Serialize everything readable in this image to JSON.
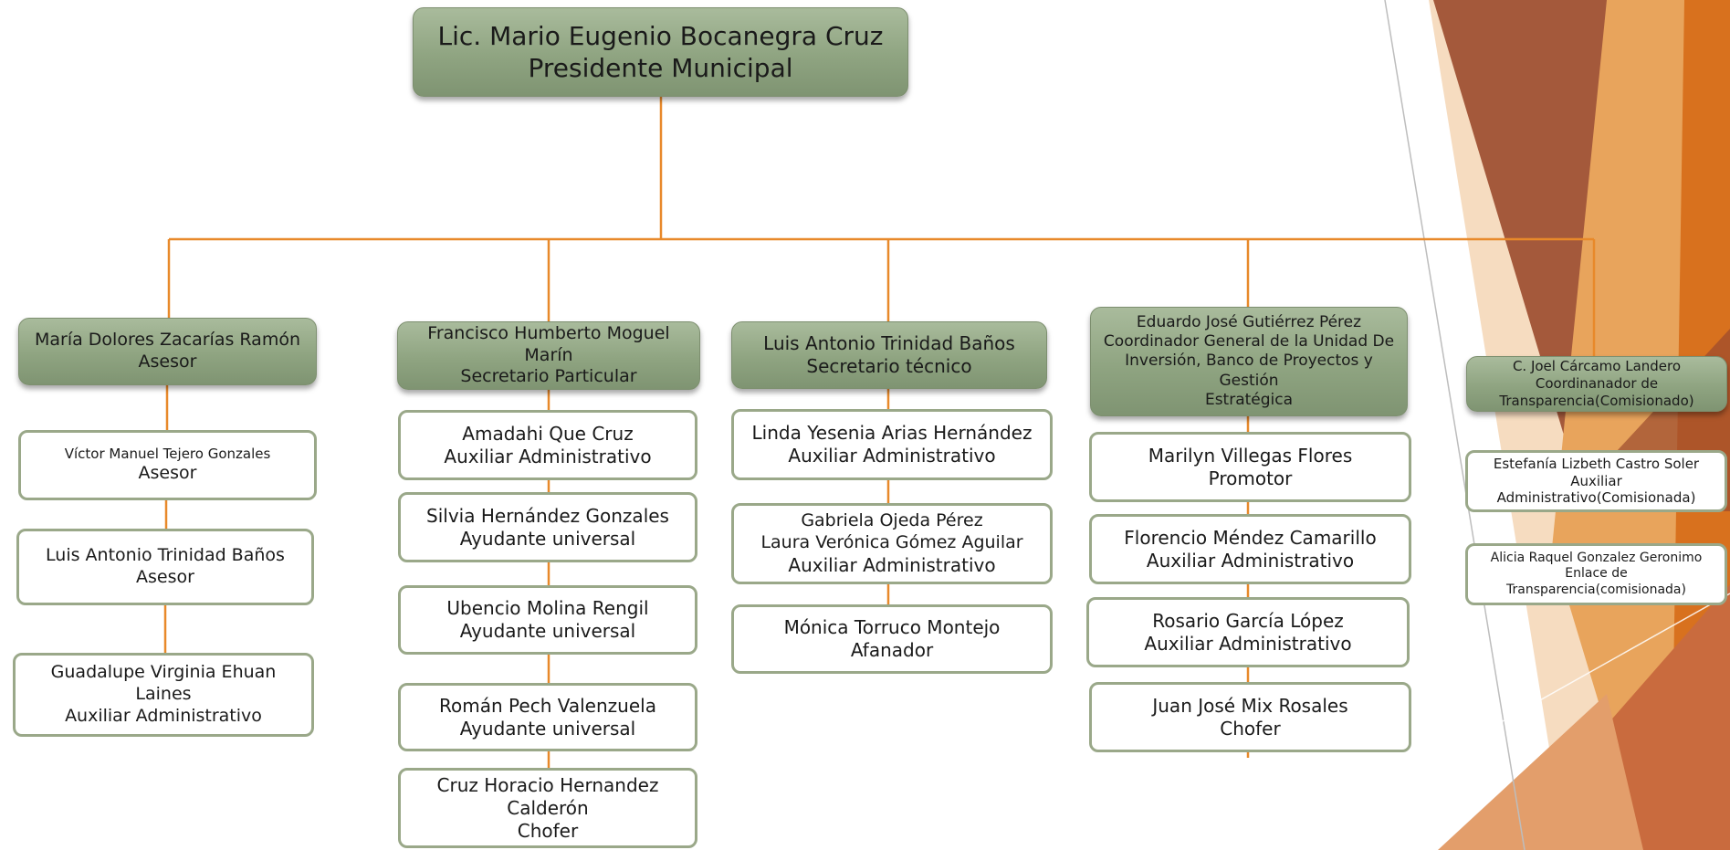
{
  "president": {
    "name": "Lic. Mario Eugenio Bocanegra Cruz",
    "title": "Presidente Municipal"
  },
  "columns": [
    {
      "head": {
        "lines": [
          "María Dolores Zacarías Ramón",
          "Asesor"
        ]
      },
      "members": [
        {
          "lines": [
            "Víctor Manuel Tejero Gonzales",
            "Asesor"
          ]
        },
        {
          "lines": [
            "Luis Antonio Trinidad Baños",
            "Asesor"
          ]
        },
        {
          "lines": [
            "Guadalupe Virginia Ehuan",
            "Laines",
            "Auxiliar Administrativo"
          ]
        }
      ]
    },
    {
      "head": {
        "lines": [
          "Francisco Humberto Moguel",
          "Marín",
          "Secretario Particular"
        ]
      },
      "members": [
        {
          "lines": [
            "Amadahi Que Cruz",
            "Auxiliar Administrativo"
          ]
        },
        {
          "lines": [
            "Silvia Hernández Gonzales",
            "Ayudante universal"
          ]
        },
        {
          "lines": [
            "Ubencio Molina Rengil",
            "Ayudante universal"
          ]
        },
        {
          "lines": [
            "Román  Pech Valenzuela",
            "Ayudante universal"
          ]
        },
        {
          "lines": [
            "Cruz Horacio Hernandez",
            "Calderón",
            "Chofer"
          ]
        }
      ]
    },
    {
      "head": {
        "lines": [
          "Luis Antonio Trinidad Baños",
          "Secretario técnico"
        ]
      },
      "members": [
        {
          "lines": [
            "Linda Yesenia Arias Hernández",
            "Auxiliar Administrativo"
          ]
        },
        {
          "lines": [
            "Gabriela Ojeda Pérez",
            "Laura Verónica Gómez Aguilar",
            "Auxiliar Administrativo"
          ]
        },
        {
          "lines": [
            "Mónica Torruco Montejo",
            "Afanador"
          ]
        }
      ]
    },
    {
      "head": {
        "lines": [
          "Eduardo José Gutiérrez Pérez",
          "Coordinador General de la Unidad De",
          "Inversión, Banco de Proyectos y Gestión",
          "Estratégica"
        ]
      },
      "members": [
        {
          "lines": [
            "Marilyn Villegas Flores",
            "Promotor"
          ]
        },
        {
          "lines": [
            "Florencio Méndez Camarillo",
            "Auxiliar Administrativo"
          ]
        },
        {
          "lines": [
            "Rosario García López",
            "Auxiliar Administrativo"
          ]
        },
        {
          "lines": [
            "Juan José Mix Rosales",
            "Chofer"
          ]
        }
      ]
    },
    {
      "head": {
        "lines": [
          "C. Joel Cárcamo Landero",
          "Coordinanador de",
          "Transparencia(Comisionado)"
        ]
      },
      "members": [
        {
          "lines": [
            "Estefanía Lizbeth Castro Soler",
            "Auxiliar",
            "Administrativo(Comisionada)"
          ]
        },
        {
          "lines": [
            "Alicia  Raquel Gonzalez Geronimo",
            "Enlace de Transparencia(comisionada)"
          ]
        }
      ]
    }
  ],
  "colors": {
    "connector": "#e8892a",
    "head_fill": "#8fa481",
    "sub_border": "#9aa889"
  }
}
